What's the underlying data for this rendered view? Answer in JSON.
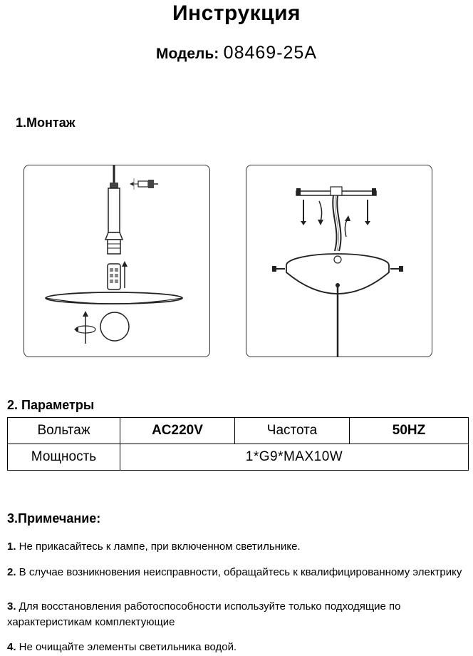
{
  "header": {
    "title": "Инструкция",
    "model_label": "Модель:",
    "model_value": "08469-25A"
  },
  "section1": {
    "heading": "1.Монтаж"
  },
  "section2": {
    "heading": "2. Параметры",
    "table": {
      "voltage_label": "Вольтаж",
      "voltage_value": "AC220V",
      "frequency_label": "Частота",
      "frequency_value": "50HZ",
      "power_label": "Мощность",
      "power_value": "1*G9*MAX10W"
    }
  },
  "section3": {
    "heading": "3.Примечание:",
    "notes": [
      {
        "num": "1.",
        "text": " Не прикасайтесь к лампе, при включенном светильнике."
      },
      {
        "num": "2.",
        "text": " В случае возникновения неисправности, обращайтесь к квалифицированному электрику"
      },
      {
        "num": "3.",
        "text": " Для восстановления работоспособности используйте только подходящие по характеристикам комплектующие"
      },
      {
        "num": "4.",
        "text": " Не очищайте элементы светильника водой."
      }
    ]
  }
}
